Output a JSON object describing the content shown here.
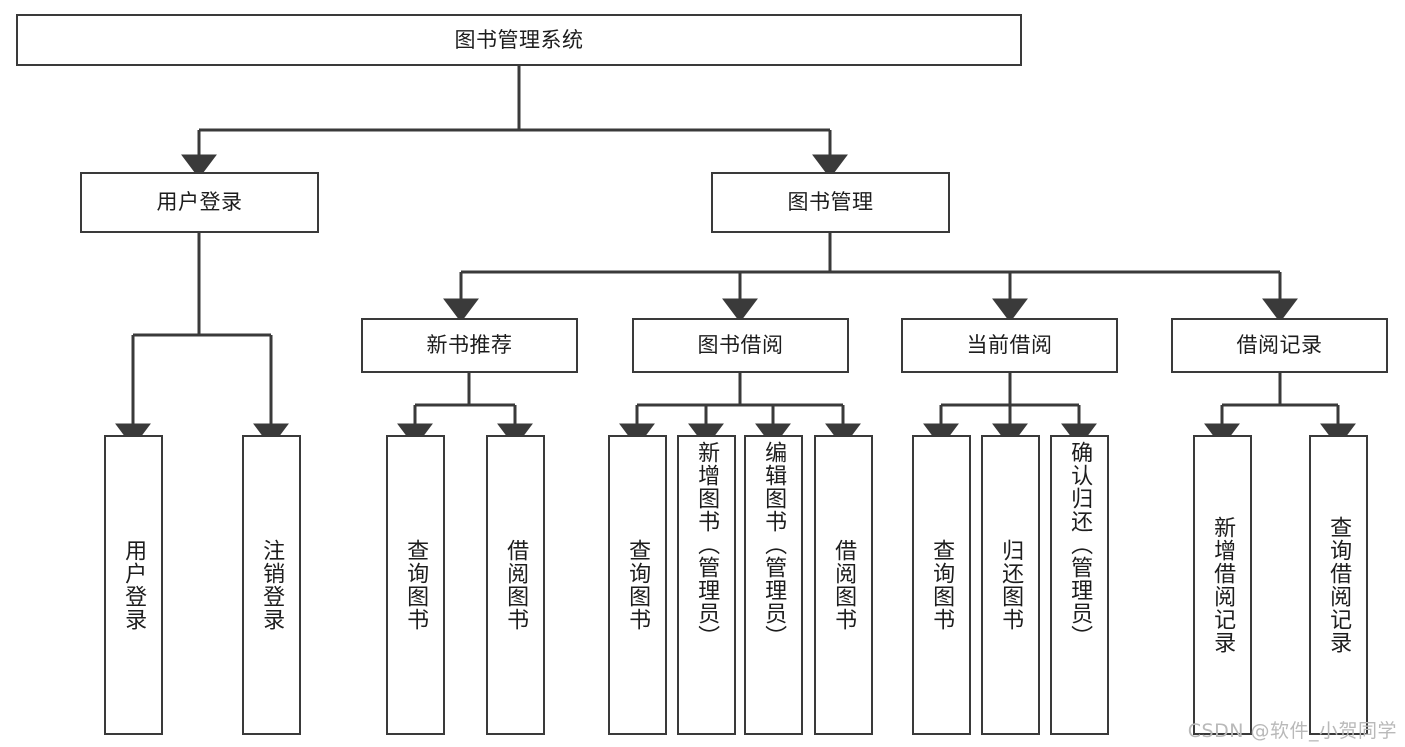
{
  "diagram": {
    "title": "图书管理系统",
    "watermark": "CSDN @软件_小贺同学",
    "root": {
      "label": "图书管理系统"
    },
    "level2": [
      {
        "label": "用户登录"
      },
      {
        "label": "图书管理"
      }
    ],
    "level3": [
      {
        "label": "新书推荐"
      },
      {
        "label": "图书借阅"
      },
      {
        "label": "当前借阅"
      },
      {
        "label": "借阅记录"
      }
    ],
    "leaves": {
      "user_login": [
        {
          "label": "用户登录"
        },
        {
          "label": "注销登录"
        }
      ],
      "new_book_recommend": [
        {
          "label": "查询图书"
        },
        {
          "label": "借阅图书"
        }
      ],
      "book_borrow": [
        {
          "label": "查询图书"
        },
        {
          "label": "新增图书（管理员）"
        },
        {
          "label": "编辑图书（管理员）"
        },
        {
          "label": "借阅图书"
        }
      ],
      "current_borrow": [
        {
          "label": "查询图书"
        },
        {
          "label": "归还图书"
        },
        {
          "label": "确认归还（管理员）"
        }
      ],
      "borrow_record": [
        {
          "label": "新增借阅记录"
        },
        {
          "label": "查询借阅记录"
        }
      ]
    },
    "colors": {
      "stroke": "#3a3a3a",
      "background": "#ffffff",
      "text": "#1d1d1d",
      "watermark": "#b9b9b9"
    }
  }
}
